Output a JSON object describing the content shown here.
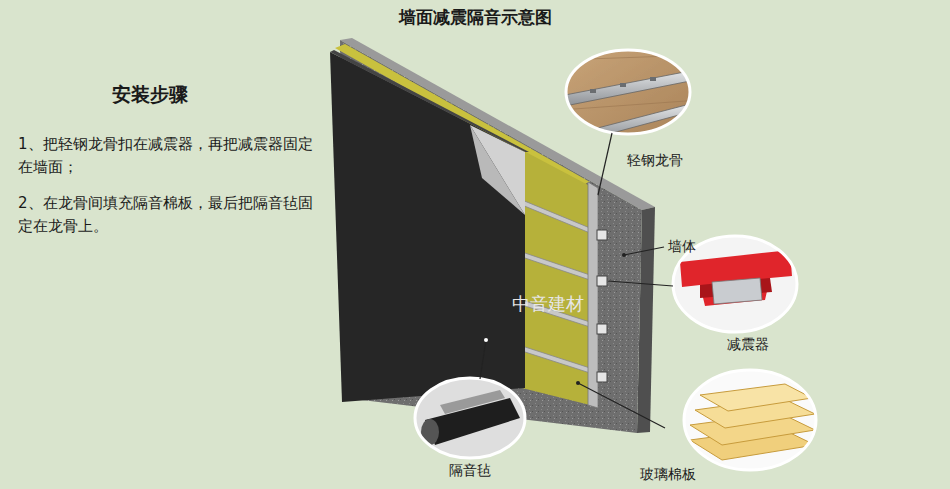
{
  "diagram": {
    "title": "墙面减震隔音示意图",
    "labels": [
      "安装步骤",
      "1、把轻钢龙骨扣在减震器，再把减震器固定在墙面；",
      "2、在龙骨间填充隔音棉板，最后把隔音毡固定在龙骨上。",
      "轻钢龙骨",
      "墙体",
      "减震器",
      "中音建材",
      "隔音毡",
      "玻璃棉板"
    ]
  }
}
